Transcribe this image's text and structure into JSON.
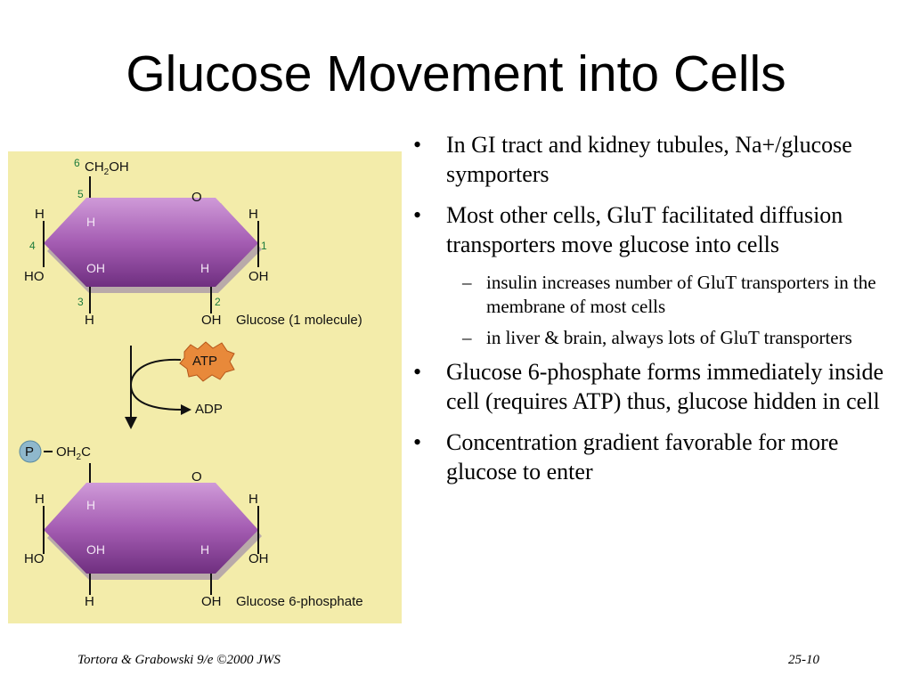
{
  "slide": {
    "title": "Glucose Movement into Cells",
    "footer": "Tortora & Grabowski 9/e ©2000 JWS",
    "page_number": "25-10"
  },
  "figure": {
    "top": {
      "carbon6_number": "6",
      "ch2oh_main": "CH",
      "ch2oh_sub": "2",
      "ch2oh_end": "OH",
      "num5": "5",
      "num4": "4",
      "num3": "3",
      "num2": "2",
      "num1": "1",
      "ring_o": "O",
      "h_left_out": "H",
      "h_left_in": "H",
      "h_right_out": "H",
      "ho_left": "HO",
      "oh_in": "OH",
      "h_in_right": "H",
      "oh_right": "OH",
      "h_bottom": "H",
      "oh_bottom": "OH",
      "caption": "Glucose (1 molecule)"
    },
    "reaction": {
      "atp": "ATP",
      "adp": "ADP"
    },
    "bottom": {
      "p": "P",
      "oh2c_main": "OH",
      "oh2c_sub": "2",
      "oh2c_end": "C",
      "ring_o": "O",
      "h_left_out": "H",
      "h_left_in": "H",
      "h_right_out": "H",
      "ho_left": "HO",
      "oh_in": "OH",
      "h_in_right": "H",
      "oh_right": "OH",
      "h_bottom": "H",
      "oh_bottom": "OH",
      "caption": "Glucose 6-phosphate"
    },
    "colors": {
      "background": "#f3ecaa",
      "ring_top": "#c98fd2",
      "ring_bottom": "#7c3a8a",
      "atp_burst": "#e8893a",
      "phosphate_circle": "#8fb8cc"
    }
  },
  "bullets": [
    {
      "bullet": "•",
      "text": "In GI tract and kidney tubules, Na+/glucose symporters"
    },
    {
      "bullet": "•",
      "text": "Most other cells, GluT facilitated diffusion transporters move glucose into cells"
    },
    {
      "bullet": "–",
      "text": " insulin increases number of GluT transporters in the membrane of most cells"
    },
    {
      "bullet": "–",
      "text": "in liver & brain, always lots of GluT transporters"
    },
    {
      "bullet": "•",
      "text": "Glucose 6-phosphate forms immediately inside cell (requires ATP) thus, glucose hidden in cell"
    },
    {
      "bullet": "•",
      "text": "Concentration gradient favorable for more glucose to enter"
    }
  ]
}
